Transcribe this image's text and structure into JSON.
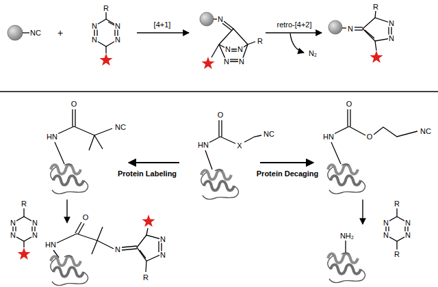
{
  "diagram": {
    "labels": [
      "NC",
      "+",
      "R",
      "N",
      "N",
      "N",
      "N",
      "[4+1]",
      "N",
      "R",
      "N",
      "N",
      "N",
      "N",
      "retro-[4+2]",
      "N₂",
      "N",
      "R",
      "N",
      "N",
      "Protein Labeling",
      "Protein Decaging",
      "HN",
      "O",
      "X",
      "NC",
      "HN",
      "O",
      "NC",
      "R",
      "N",
      "N",
      "N",
      "N",
      "HN",
      "O",
      "N",
      "N",
      "N",
      "R",
      "HN",
      "O",
      "O",
      "NC",
      "R",
      "N",
      "N",
      "N",
      "N",
      "R",
      "NH₂"
    ]
  }
}
